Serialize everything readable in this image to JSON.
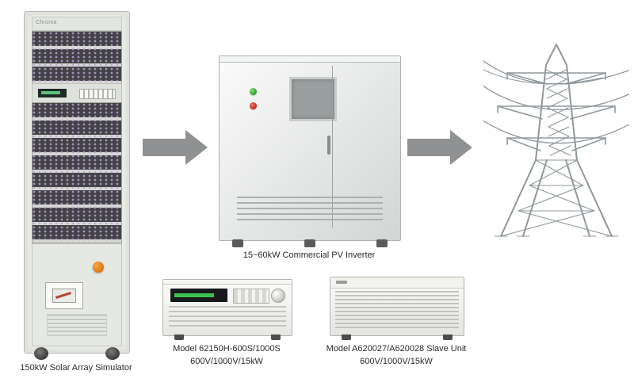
{
  "simulator": {
    "brand": "Chroma",
    "caption": "150kW Solar Array Simulator"
  },
  "inverter": {
    "caption": "15~60kW Commercial PV Inverter"
  },
  "master_unit": {
    "caption_line1": "Model 62150H-600S/1000S",
    "caption_line2": "600V/1000V/15kW"
  },
  "slave_unit": {
    "caption_line1": "Model A620027/A620028 Slave Unit",
    "caption_line2": "600V/1000V/15kW"
  },
  "icons": {
    "arrow_1": "flow-arrow-right",
    "arrow_2": "flow-arrow-right",
    "tower": "power-transmission-tower"
  },
  "colors": {
    "arrow_gray": "#8f9192",
    "tower_gray": "#8f989b",
    "led_green": "#2f9a33",
    "led_red": "#c32218",
    "breaker_orange": "#e07818",
    "display_green": "#3cc153"
  }
}
